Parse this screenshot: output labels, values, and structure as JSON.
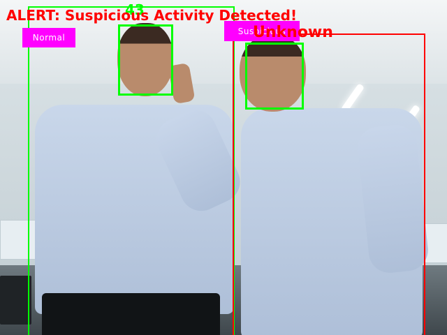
{
  "alert": {
    "text": "ALERT: Suspicious Activity Detected!",
    "color": "#ff0000"
  },
  "detections": [
    {
      "label": "Normal",
      "label_bg": "#ff00ff",
      "label_color": "#ffffff",
      "box_color": "#00ff00"
    },
    {
      "label": "Suspicious",
      "label_bg": "#ff00ff",
      "label_color": "#ffffff",
      "box_color": "#ff0000"
    }
  ],
  "faces": [
    {
      "id_text": "43",
      "box_color": "#00ff00",
      "id_color": "#00ff00"
    },
    {
      "id_text": "Unknown",
      "box_color": "#00ff00",
      "id_color": "#ff0000"
    }
  ]
}
